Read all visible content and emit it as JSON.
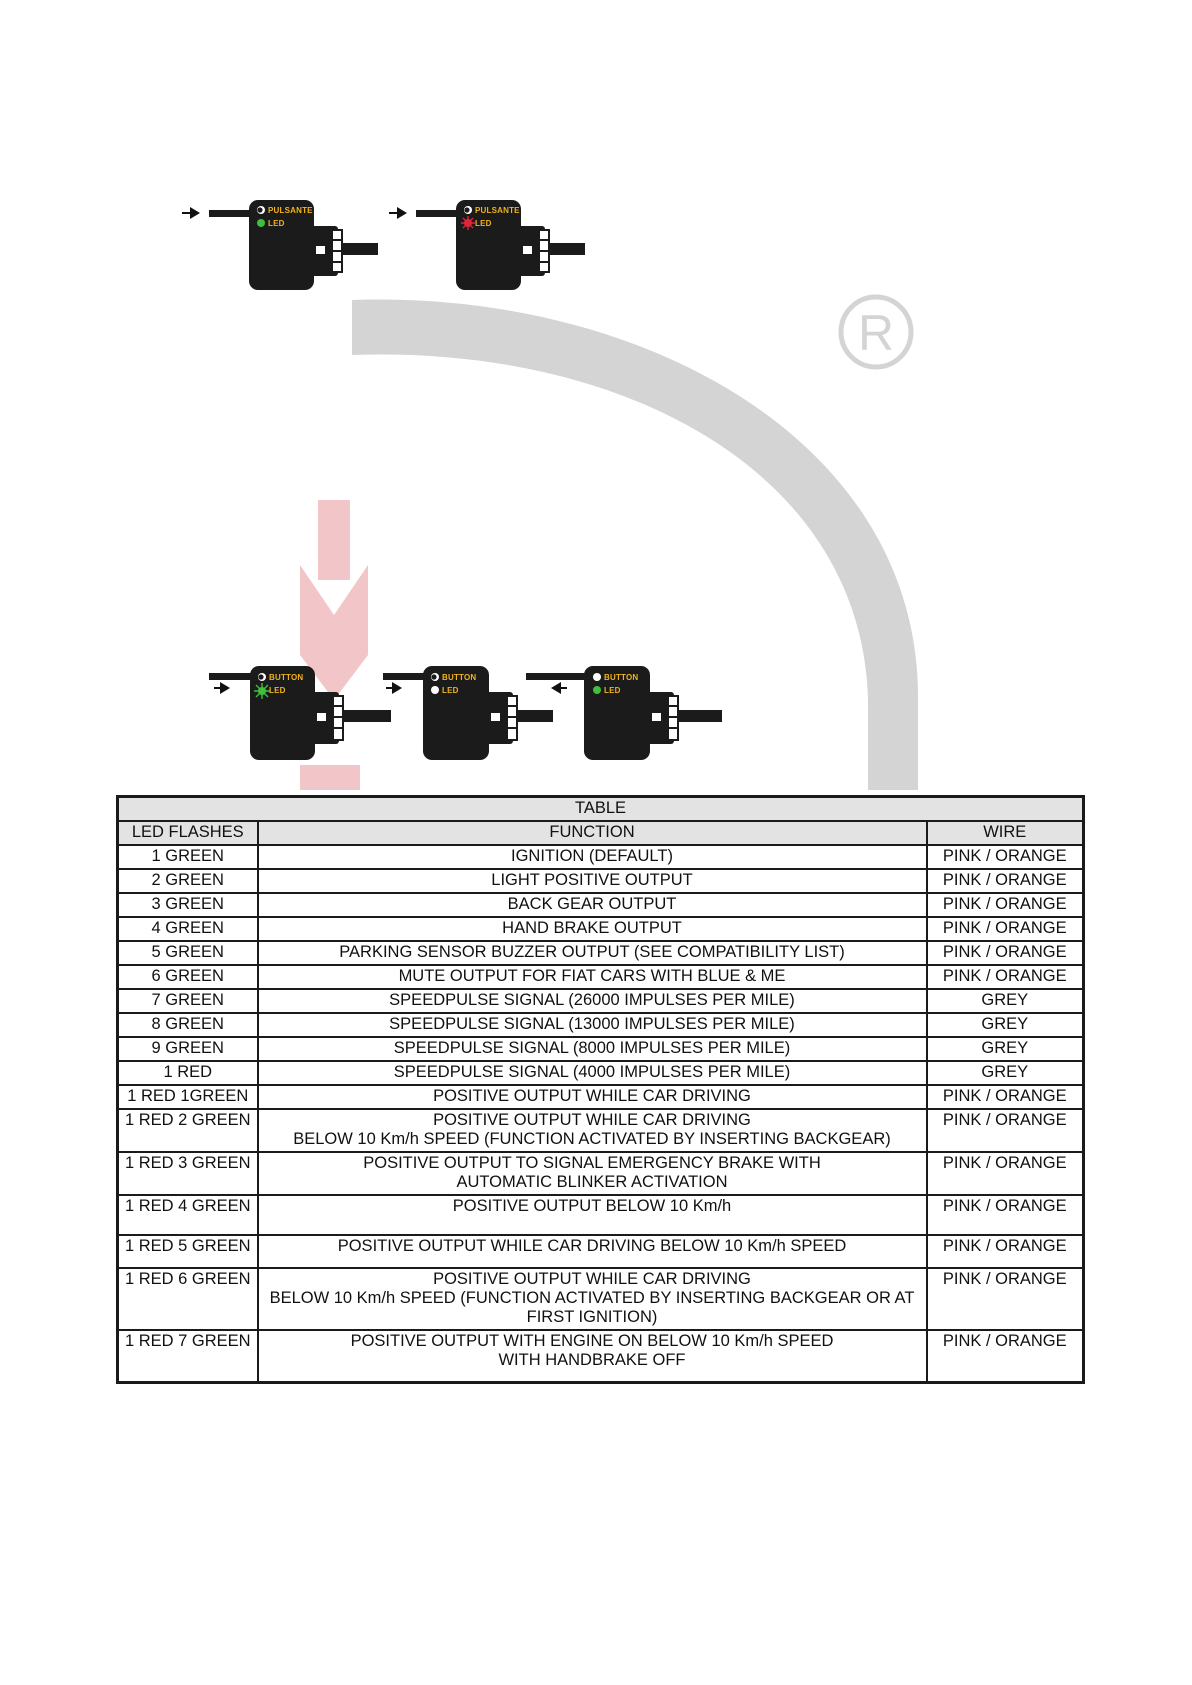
{
  "watermark": {
    "registered_mark": "R"
  },
  "top_devices": [
    {
      "button_label": "PULSANTE",
      "led_label": "LED",
      "led_state": "green",
      "arrow": "in"
    },
    {
      "button_label": "PULSANTE",
      "led_label": "LED",
      "led_state": "red-flashing",
      "arrow": "in"
    }
  ],
  "bottom_devices": [
    {
      "button_label": "BUTTON",
      "led_label": "LED",
      "led_state": "green-flashing",
      "arrow": "in"
    },
    {
      "button_label": "BUTTON",
      "led_label": "LED",
      "led_state": "white",
      "arrow": "in"
    },
    {
      "button_label": "BUTTON",
      "led_label": "LED",
      "led_state": "green",
      "arrow": "out"
    }
  ],
  "table": {
    "title": "TABLE",
    "headers": [
      "LED FLASHES",
      "FUNCTION",
      "WIRE"
    ],
    "rows": [
      {
        "flashes": "1 GREEN",
        "function": [
          "IGNITION (DEFAULT)"
        ],
        "wire": "PINK / ORANGE"
      },
      {
        "flashes": "2 GREEN",
        "function": [
          "LIGHT POSITIVE OUTPUT"
        ],
        "wire": "PINK / ORANGE"
      },
      {
        "flashes": "3 GREEN",
        "function": [
          "BACK GEAR OUTPUT"
        ],
        "wire": "PINK / ORANGE"
      },
      {
        "flashes": "4 GREEN",
        "function": [
          "HAND BRAKE OUTPUT"
        ],
        "wire": "PINK / ORANGE"
      },
      {
        "flashes": "5 GREEN",
        "function": [
          "PARKING SENSOR BUZZER OUTPUT (SEE COMPATIBILITY LIST)"
        ],
        "wire": "PINK / ORANGE"
      },
      {
        "flashes": "6 GREEN",
        "function": [
          "MUTE OUTPUT FOR FIAT CARS WITH BLUE & ME"
        ],
        "wire": "PINK / ORANGE"
      },
      {
        "flashes": "7 GREEN",
        "function": [
          "SPEEDPULSE SIGNAL (26000 IMPULSES PER MILE)"
        ],
        "wire": "GREY"
      },
      {
        "flashes": "8 GREEN",
        "function": [
          "SPEEDPULSE SIGNAL (13000 IMPULSES PER MILE)"
        ],
        "wire": "GREY"
      },
      {
        "flashes": "9 GREEN",
        "function": [
          "SPEEDPULSE SIGNAL (8000 IMPULSES PER MILE)"
        ],
        "wire": "GREY"
      },
      {
        "flashes": "1 RED",
        "function": [
          "SPEEDPULSE SIGNAL (4000 IMPULSES PER MILE)"
        ],
        "wire": "GREY"
      },
      {
        "flashes": "1 RED 1GREEN",
        "function": [
          "POSITIVE OUTPUT WHILE CAR DRIVING"
        ],
        "wire": "PINK / ORANGE"
      },
      {
        "flashes": "1 RED 2 GREEN",
        "function": [
          "POSITIVE OUTPUT WHILE CAR DRIVING",
          "BELOW 10 Km/h SPEED (FUNCTION ACTIVATED BY INSERTING BACKGEAR)"
        ],
        "wire": "PINK / ORANGE"
      },
      {
        "flashes": "1 RED 3 GREEN",
        "function": [
          "POSITIVE OUTPUT TO SIGNAL EMERGENCY BRAKE WITH",
          "AUTOMATIC BLINKER ACTIVATION"
        ],
        "wire": "PINK / ORANGE"
      },
      {
        "flashes": "1 RED 4 GREEN",
        "function": [
          "POSITIVE OUTPUT BELOW 10 Km/h"
        ],
        "wire": "PINK / ORANGE"
      },
      {
        "flashes": "1 RED 5 GREEN",
        "function": [
          "POSITIVE OUTPUT WHILE CAR DRIVING BELOW 10 Km/h SPEED"
        ],
        "wire": "PINK / ORANGE"
      },
      {
        "flashes": "1 RED 6 GREEN",
        "function": [
          "POSITIVE OUTPUT WHILE CAR DRIVING",
          "BELOW 10 Km/h SPEED (FUNCTION ACTIVATED BY INSERTING BACKGEAR OR AT",
          "FIRST IGNITION)"
        ],
        "wire": "PINK / ORANGE"
      },
      {
        "flashes": "1 RED 7 GREEN",
        "function": [
          "POSITIVE OUTPUT  WITH ENGINE ON BELOW 10 Km/h SPEED",
          "WITH HANDBRAKE OFF"
        ],
        "wire": "PINK / ORANGE"
      }
    ]
  },
  "colors": {
    "device_body": "#1b1b1b",
    "label": "#f2b21a",
    "led_green": "#3fbf3f",
    "led_red": "#e0243a",
    "header_bg": "#e3e3e3",
    "watermark_grey": "#d4d4d4",
    "watermark_red": "#f2c6c8"
  }
}
